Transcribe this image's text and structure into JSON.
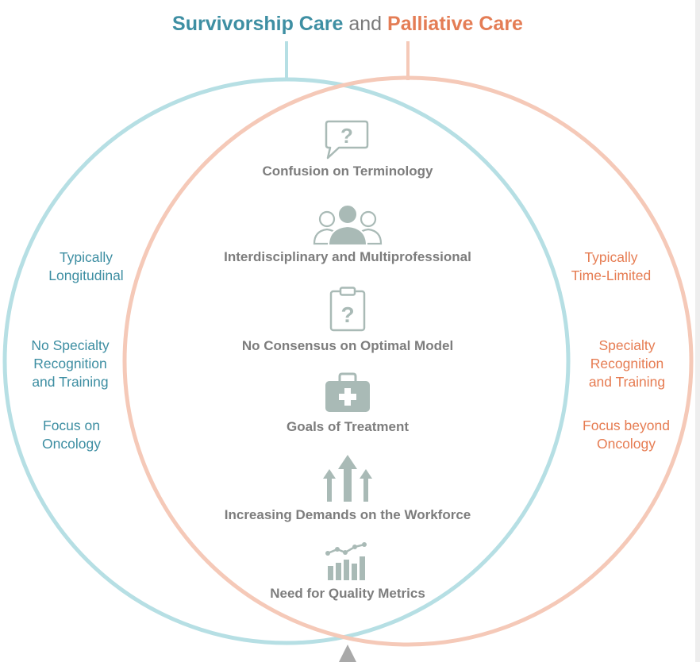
{
  "title": {
    "left_term": "Survivorship Care",
    "connector": "and",
    "right_term": "Palliative Care"
  },
  "colors": {
    "survivorship_ring": "#b6dfe4",
    "palliative_ring": "#f5c9b8",
    "survivorship_text": "#3d8ea2",
    "palliative_text": "#e67c52",
    "shared_text": "#7d7d7d",
    "icon": "#a9bab6"
  },
  "left_items": [
    {
      "line1": "Typically",
      "line2": "Longitudinal",
      "line3": ""
    },
    {
      "line1": "No Specialty",
      "line2": "Recognition",
      "line3": "and Training"
    },
    {
      "line1": "Focus on",
      "line2": "Oncology",
      "line3": ""
    }
  ],
  "right_items": [
    {
      "line1": "Typically",
      "line2": "Time-Limited",
      "line3": ""
    },
    {
      "line1": "Specialty",
      "line2": "Recognition",
      "line3": "and Training"
    },
    {
      "line1": "Focus beyond",
      "line2": "Oncology",
      "line3": ""
    }
  ],
  "shared_items": [
    {
      "label": "Confusion on Terminology",
      "icon": "question-speech-bubble-icon"
    },
    {
      "label": "Interdisciplinary and Multiprofessional",
      "icon": "team-people-icon"
    },
    {
      "label": "No Consensus on Optimal Model",
      "icon": "question-clipboard-icon"
    },
    {
      "label": "Goals of Treatment",
      "icon": "medical-kit-icon"
    },
    {
      "label": "Increasing Demands on the Workforce",
      "icon": "rising-arrows-icon"
    },
    {
      "label": "Need for Quality Metrics",
      "icon": "bar-line-chart-icon"
    }
  ]
}
